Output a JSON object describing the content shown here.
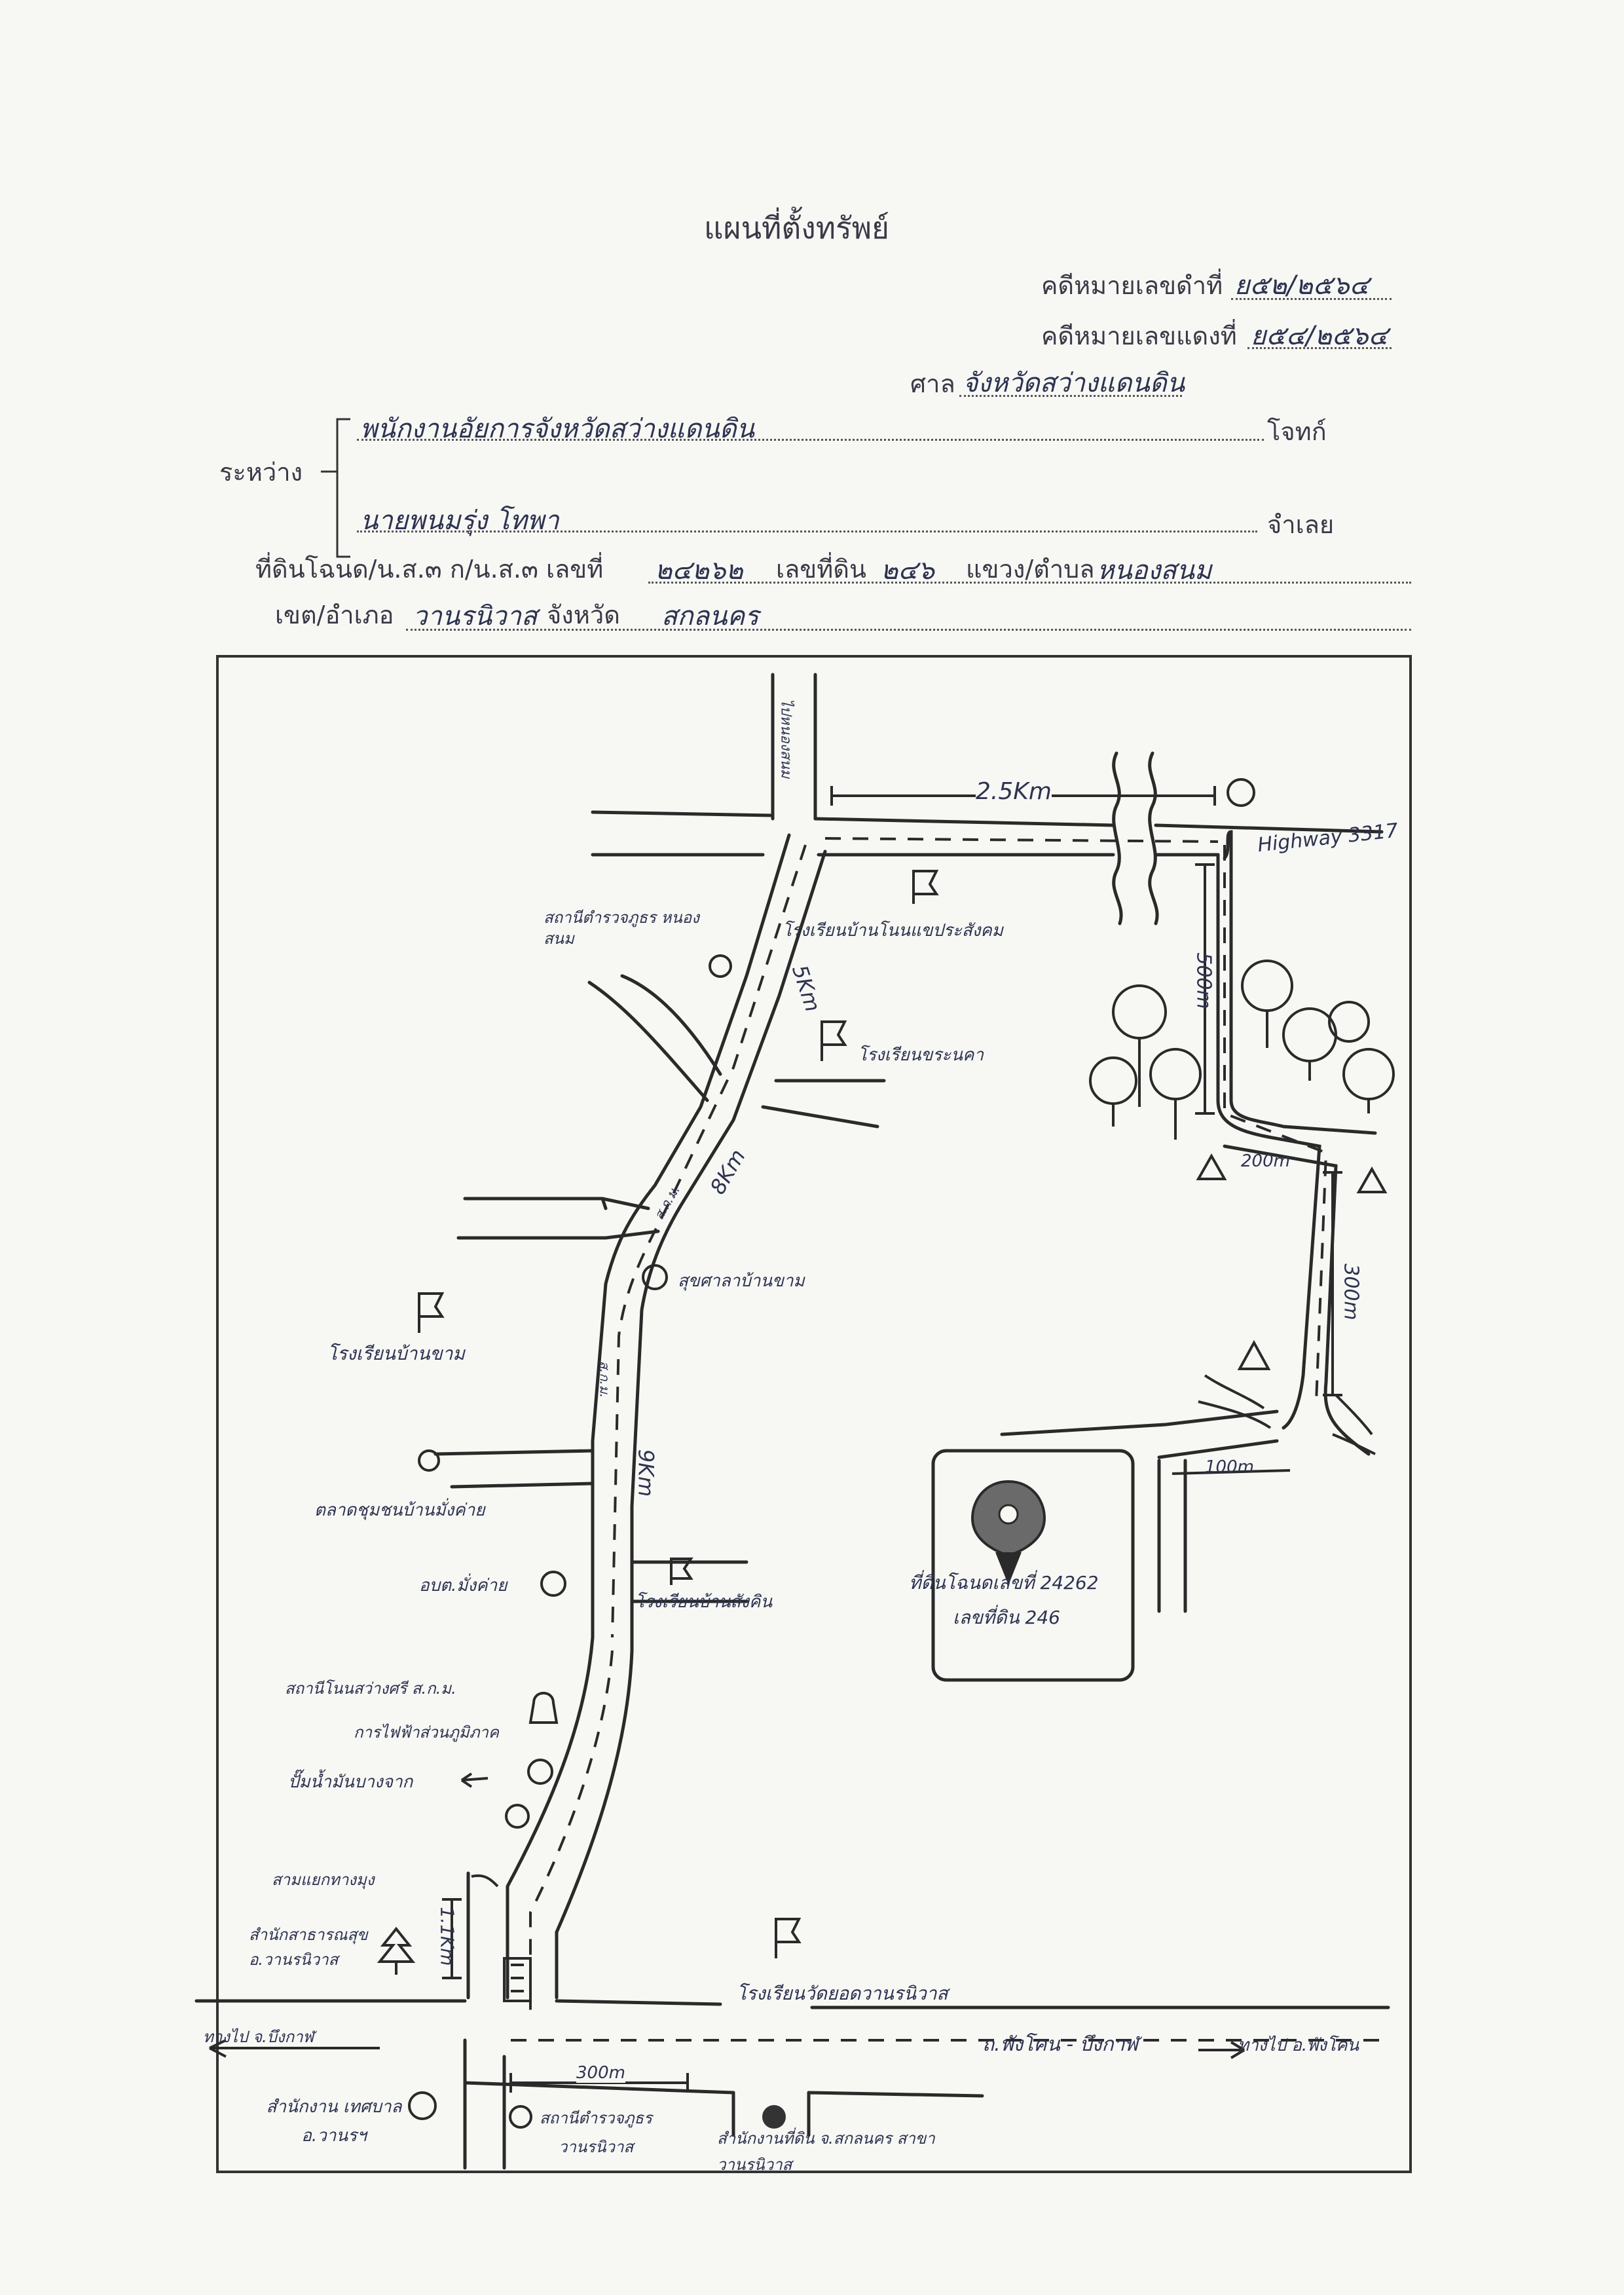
{
  "header": {
    "title": "แผนที่ตั้งทรัพย์",
    "black_case_label": "คดีหมายเลขดำที่",
    "black_case_no": "ย๕๒/๒๕๖๔",
    "red_case_label": "คดีหมายเลขแดงที่",
    "red_case_no": "ย๕๔/๒๕๖๔",
    "court_label": "ศาล",
    "court_name": "จังหวัดสว่างแดนดิน"
  },
  "parties": {
    "between_label": "ระหว่าง",
    "plaintiff_name": "พนักงานอัยการจังหวัดสว่างแดนดิน",
    "plaintiff_role": "โจทก์",
    "defendant_name": "นายพนมรุ่ง โทพา",
    "defendant_role": "จำเลย"
  },
  "land": {
    "deed_label": "ที่ดินโฉนด/น.ส.๓ ก/น.ส.๓ เลขที่",
    "deed_no": "๒๔๒๖๒",
    "parcel_label": "เลขที่ดิน",
    "parcel_no": "๒๔๖",
    "subdistrict_label": "แขวง/ตำบล",
    "subdistrict": "หนองสนม",
    "district_label": "เขต/อำเภอ",
    "district": "วานรนิวาส",
    "province_label": "จังหวัด",
    "province": "สกลนคร"
  },
  "map": {
    "dist_2_5km": "2.5Km",
    "highway": "Highway 3317",
    "dist_500m": "500m",
    "dist_200m": "200m",
    "dist_300m": "300m",
    "dist_100m": "100m",
    "dist_5km": "5Km",
    "dist_8km": "8Km",
    "dist_9km": "9Km",
    "dist_1_1km": "1.1Km",
    "dist_300m_bottom": "300m",
    "road_label_1": "ไปหนองสนม",
    "sign_1": "ส.ก.ม.",
    "sign_2": "ส.ก.ม.",
    "lm_temple_1": "สถานีตำรวจภูธร หนองสนม",
    "lm_school_1": "โรงเรียนบ้านโนนแขประสังคม",
    "lm_school_2": "โรงเรียนขระนคา",
    "lm_health": "สุขศาลาบ้านขาม",
    "lm_school_3": "โรงเรียนบ้านขาม",
    "lm_market": "ตลาดชุมชนบ้านมั่งค่าย",
    "lm_sao": "อบต.มั่งค่าย",
    "lm_school_4": "โรงเรียนบ้านสังคิน",
    "lm_temple_2": "สถานีโนนสว่างศรี ส.ก.ม.",
    "lm_power": "การไฟฟ้าส่วนภูมิภาค",
    "lm_gas": "ปั๊มน้ำมันบางจาก",
    "lm_junction": "สามแยกทางมุง",
    "lm_hospital": "สำนักสาธารณสุข อ.วานรนิวาส",
    "lm_school_5": "โรงเรียนวัดยอดวานรนิวาส",
    "to_left": "ทางไป จ.บึงกาฬ",
    "road_name": "ถ.พังโคน - บึงกาฬ",
    "to_right": "ทางไป อ.พังโคน",
    "lm_municipal": "สำนักงาน เทศบาล อ.วานรฯ",
    "lm_police": "สถานีตำรวจภูธร วานรนิวาส",
    "lm_land_office": "สำนักงานที่ดิน จ.สกลนคร สาขาวานรนิวาส",
    "property_label_1": "ที่ดินโฉนดเลขที่ 24262",
    "property_label_2": "เลขที่ดิน 246"
  }
}
